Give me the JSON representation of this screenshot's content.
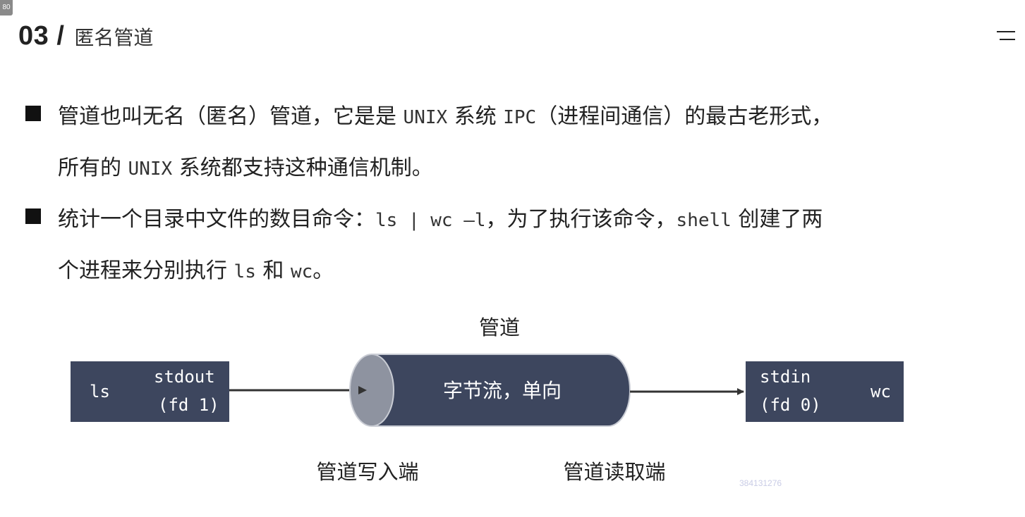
{
  "header": {
    "badge": "80",
    "section_number": "03 /",
    "section_title": "匿名管道"
  },
  "bullets": [
    {
      "parts": [
        {
          "t": "管道也叫无名（匿名）管道，它是是 ",
          "m": false
        },
        {
          "t": "UNIX",
          "m": true
        },
        {
          "t": " 系统 ",
          "m": false
        },
        {
          "t": "IPC",
          "m": true
        },
        {
          "t": "（进程间通信）的最古老形式，",
          "m": false
        },
        {
          "br": true
        },
        {
          "t": "所有的 ",
          "m": false
        },
        {
          "t": "UNIX",
          "m": true
        },
        {
          "t": " 系统都支持这种通信机制。",
          "m": false
        }
      ]
    },
    {
      "parts": [
        {
          "t": "统计一个目录中文件的数目命令：",
          "m": false
        },
        {
          "t": "ls | wc –l",
          "m": true
        },
        {
          "t": "，为了执行该命令，",
          "m": false
        },
        {
          "t": "shell",
          "m": true
        },
        {
          "t": " 创建了两",
          "m": false
        },
        {
          "br": true
        },
        {
          "t": "个进程来分别执行 ",
          "m": false
        },
        {
          "t": "ls",
          "m": true
        },
        {
          "t": " 和 ",
          "m": false
        },
        {
          "t": "wc",
          "m": true
        },
        {
          "t": "。",
          "m": false
        }
      ]
    }
  ],
  "diagram": {
    "pipe_label": "管道",
    "left_box": {
      "name": "ls",
      "line1": "stdout",
      "line2": "(fd 1)"
    },
    "pipe_body": "字节流，单向",
    "right_box": {
      "name": "wc",
      "line1": "stdin",
      "line2": "(fd 0)"
    },
    "write_end": "管道写入端",
    "read_end": "管道读取端"
  },
  "watermark": "384131276",
  "colors": {
    "box_fill": "#3d465e",
    "pipe_cap": "#8e93a0",
    "pipe_body": "#3d465e",
    "arrow": "#333333"
  },
  "icons": {
    "menu": "menu-lines-icon"
  }
}
